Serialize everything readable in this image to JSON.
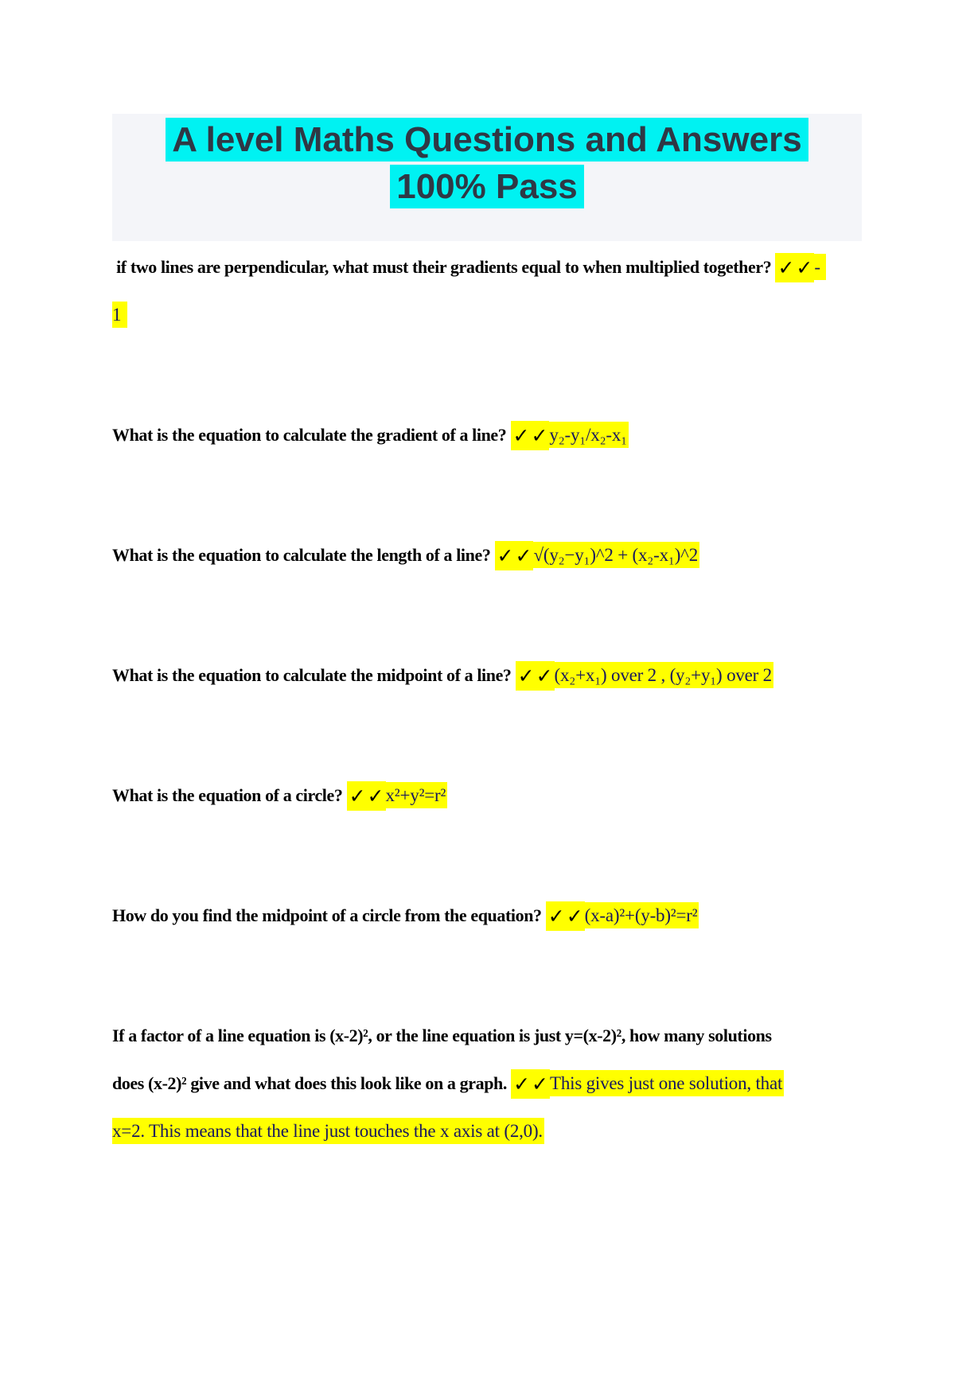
{
  "document": {
    "colors": {
      "header_background": "#f4f5f9",
      "title_highlight": "#00f2f2",
      "title_text": "#2f3845",
      "question_text": "#000000",
      "answer_text": "#18185e",
      "answer_highlight": "#ffff00"
    },
    "title": {
      "line1": "A level Maths Questions and Answers",
      "line2": "100% Pass"
    },
    "checkmark_glyphs": "✓✓",
    "questions": [
      {
        "lines": [
          [
            {
              "type": "q",
              "text": " if two lines are perpendicular, what must their gradients equal to when multiplied together? "
            },
            {
              "type": "check",
              "text": "✓✓"
            },
            {
              "type": "a",
              "text": "- "
            }
          ],
          [
            {
              "type": "a",
              "text": "1 "
            }
          ]
        ]
      },
      {
        "lines": [
          [
            {
              "type": "q",
              "text": "What is the equation to calculate the gradient of a line? "
            },
            {
              "type": "check",
              "text": "✓✓"
            },
            {
              "type": "a",
              "text": "y₂-y₁/x₂-x₁"
            }
          ]
        ]
      },
      {
        "lines": [
          [
            {
              "type": "q",
              "text": "What is the equation to calculate the length of a line? "
            },
            {
              "type": "check",
              "text": "✓✓"
            },
            {
              "type": "a",
              "text": "√(y₂−y₁)^2 + (x₂-x₁)^2"
            }
          ]
        ]
      },
      {
        "lines": [
          [
            {
              "type": "q",
              "text": "What is the equation to calculate the midpoint of a line? "
            },
            {
              "type": "check",
              "text": "✓✓"
            },
            {
              "type": "a",
              "text": "(x₂+x₁) over 2 , (y₂+y₁) over 2"
            }
          ]
        ]
      },
      {
        "lines": [
          [
            {
              "type": "q",
              "text": "What is the equation of a circle? "
            },
            {
              "type": "check",
              "text": "✓✓"
            },
            {
              "type": "a",
              "text": "x²+y²=r²"
            }
          ]
        ]
      },
      {
        "lines": [
          [
            {
              "type": "q",
              "text": "How do you find the midpoint of a circle from the equation? "
            },
            {
              "type": "check",
              "text": "✓✓"
            },
            {
              "type": "a",
              "text": "(x-a)²+(y-b)²=r²"
            }
          ]
        ]
      },
      {
        "lines": [
          [
            {
              "type": "q",
              "text": "If a factor of a line equation is (x-2)², or the line equation is just y=(x-2)², how many solutions"
            }
          ],
          [
            {
              "type": "q",
              "text": "does (x-2)² give and what does this look like on a graph. "
            },
            {
              "type": "check",
              "text": "✓✓"
            },
            {
              "type": "a",
              "text": "This gives just one solution, that"
            }
          ],
          [
            {
              "type": "a",
              "text": "x=2. This means that the line just touches the x axis at (2,0)."
            }
          ]
        ]
      }
    ]
  }
}
